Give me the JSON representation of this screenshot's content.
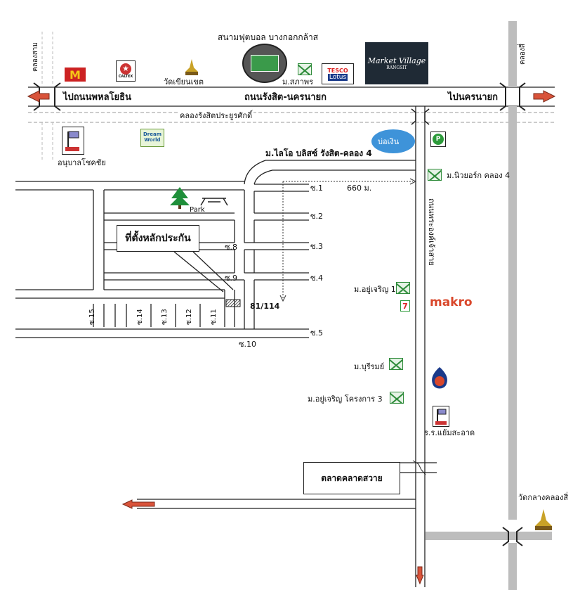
{
  "labels": {
    "stadium": "สนามฟุตบอล บางกอกกล้าส",
    "market_village_1": "Market Village",
    "market_village_2": "RANGSIT",
    "tesco": "TESCO",
    "lotus": "Lotus",
    "sapaporn": "ม.สภาพร",
    "wat_khian": "วัดเขียนเขต",
    "caltex": "CALTEX",
    "dream_world": "Dream World",
    "road_phahon": "ไปถนนพหลโยธิน",
    "road_rangsit": "ถนนรังสิต-นครนายก",
    "road_nakhon": "ไปนครนายก",
    "canal_rangsit": "คลองรังสิตประยูรศักดิ์",
    "canal_sam": "คลองสาม",
    "canal_si": "คลองสี่",
    "kindergarten": "อนุบาลโชคชัย",
    "bo_ngoen": "บ่อเงิน",
    "lio_bliss": "ม.ไลโอ บลิสซ์ รังสิต-คลอง 4",
    "new_york": "ม.นิวยอร์ก คลอง 4",
    "distance": "660 ม.",
    "park": "Park",
    "location": "ที่ตั้งหลักประกัน",
    "house_no": "81/114",
    "phra_ong_chao": "ถนนพระองค์เจ้าสาย",
    "yu_charoen_1": "ม.อยู่เจริญ 1",
    "makro": "makro",
    "bureerom": "ม.บุรีรมย์",
    "yu_charoen_3": "ม.อยู่เจริญ โครงการ 3",
    "school": "ร.ร.แย้มสะอาด",
    "market_suay": "ตลาดคลาดสวาย",
    "wat_klang": "วัดกลางคลองสี่",
    "seven_eleven": "7",
    "soi": {
      "s1": "ซ.1",
      "s2": "ซ.2",
      "s3": "ซ.3",
      "s4": "ซ.4",
      "s5": "ซ.5",
      "s8": "ซ.8",
      "s9": "ซ.9",
      "s10": "ซ.10",
      "s11": "ซ.11",
      "s12": "ซ.12",
      "s13": "ซ.13",
      "s14": "ซ.14",
      "s15": "ซ.15"
    }
  },
  "colors": {
    "road": "#222222",
    "canal": "#a9a9a9",
    "arrow": "#d9533a",
    "pond": "#3e93d9",
    "mail_green": "#2e8b3a",
    "makro_red": "#d9472b",
    "pine": "#1f8f3a"
  }
}
